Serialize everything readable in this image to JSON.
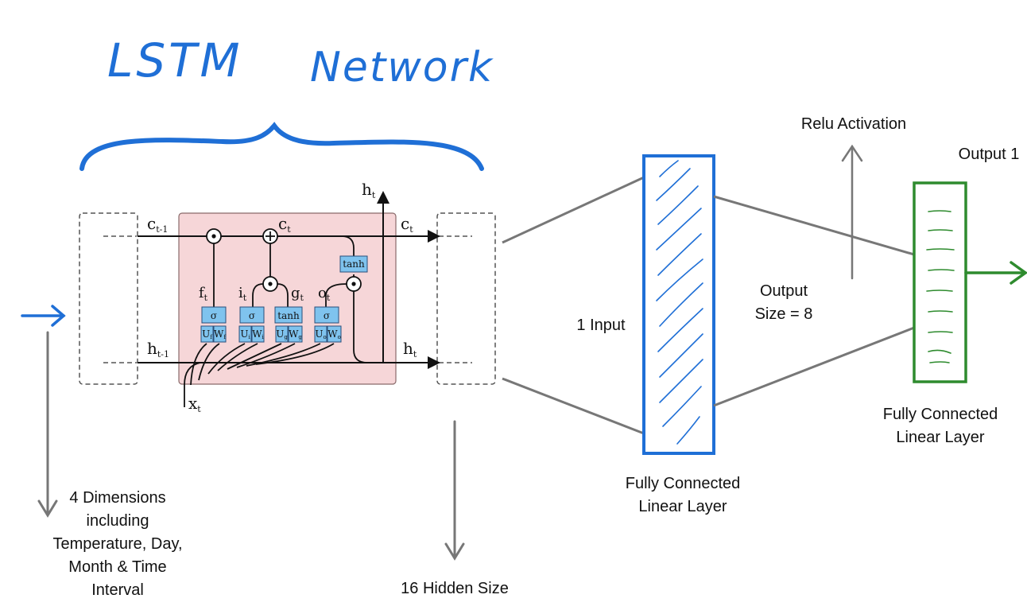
{
  "title": {
    "word1": "LSTM",
    "word2": "Network"
  },
  "lstm_cell": {
    "c_prev": "c",
    "c_prev_sub": "t-1",
    "c_cur": "c",
    "c_cur_sub": "t",
    "c_out": "c",
    "c_out_sub": "t",
    "h_prev": "h",
    "h_prev_sub": "t-1",
    "h_out": "h",
    "h_out_sub": "t",
    "h_up": "h",
    "h_up_sub": "t",
    "x_in": "x",
    "x_in_sub": "t",
    "f": "f",
    "f_sub": "t",
    "i": "i",
    "i_sub": "t",
    "g": "g",
    "g_sub": "t",
    "o": "o",
    "o_sub": "t",
    "sigma": "σ",
    "tanh": "tanh",
    "mult": "⊙",
    "plus": "+",
    "weights": [
      {
        "u": "U",
        "u_sub": "f",
        "w": "W",
        "w_sub": "f"
      },
      {
        "u": "U",
        "u_sub": "i",
        "w": "W",
        "w_sub": "i"
      },
      {
        "u": "U",
        "u_sub": "g",
        "w": "W",
        "w_sub": "g"
      },
      {
        "u": "U",
        "u_sub": "o",
        "w": "W",
        "w_sub": "o"
      }
    ]
  },
  "labels": {
    "input_dims": [
      "4 Dimensions",
      "including",
      "Temperature, Day,",
      "Month & Time",
      "Interval"
    ],
    "hidden_size": "16 Hidden Size",
    "one_input": "1 Input",
    "output_size": [
      "Output",
      "Size = 8"
    ],
    "relu": "Relu Activation",
    "output_one": "Output 1",
    "fc1": [
      "Fully Connected",
      "Linear Layer"
    ],
    "fc2": [
      "Fully Connected",
      "Linear Layer"
    ]
  },
  "colors": {
    "blue_ink": "#1f6fd6",
    "green_ink": "#2e8b2e",
    "cell_fill": "#f6d6d8",
    "gate_fill": "#7fc3ee",
    "gray_line": "#777777"
  }
}
